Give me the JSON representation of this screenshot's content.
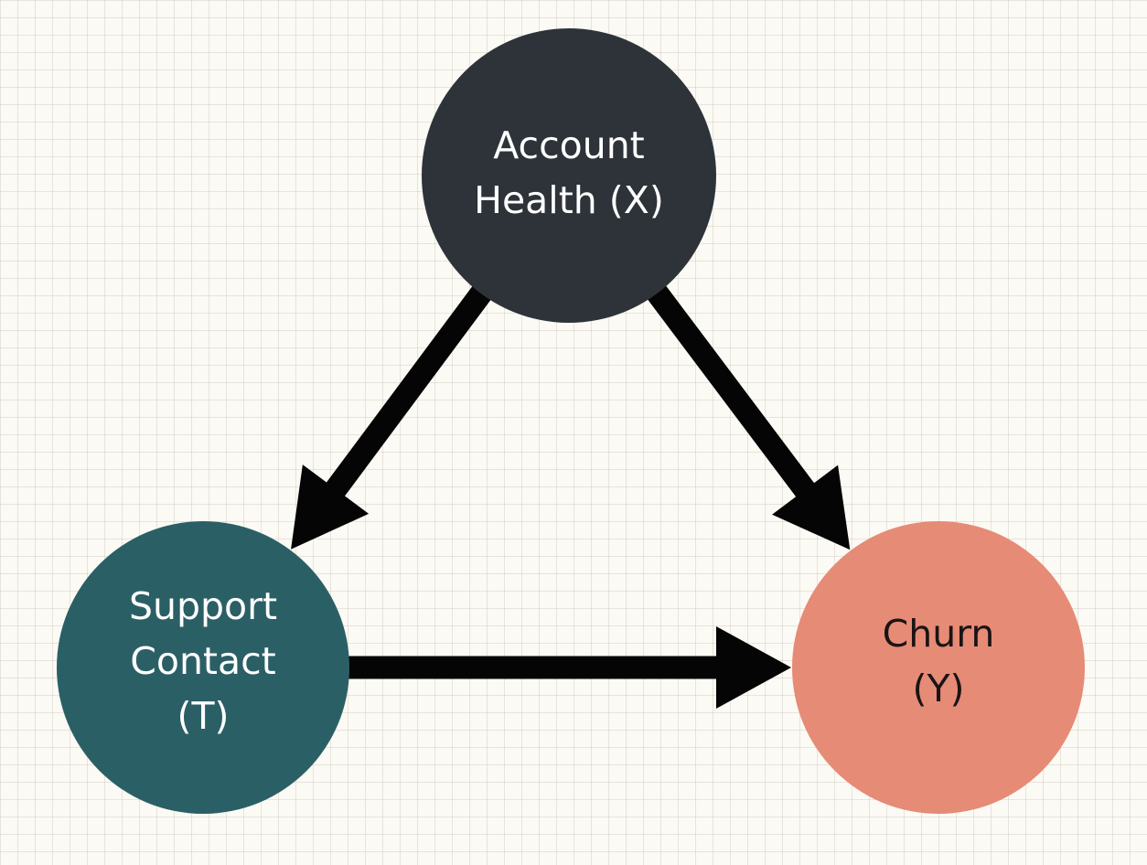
{
  "diagram": {
    "type": "causal-dag",
    "background": "#fcfaf4",
    "nodes": [
      {
        "id": "X",
        "lines": [
          "Account",
          "Health (X)"
        ],
        "fill": "#2d3338",
        "text_color": "#ffffff"
      },
      {
        "id": "T",
        "lines": [
          "Support",
          "Contact",
          "(T)"
        ],
        "fill": "#2b5f66",
        "text_color": "#ffffff"
      },
      {
        "id": "Y",
        "lines": [
          "Churn",
          "(Y)"
        ],
        "fill": "#e68b76",
        "text_color": "#1a1414"
      }
    ],
    "edges": [
      {
        "from": "X",
        "to": "T"
      },
      {
        "from": "X",
        "to": "Y"
      },
      {
        "from": "T",
        "to": "Y"
      }
    ],
    "edge_color": "#050505"
  }
}
